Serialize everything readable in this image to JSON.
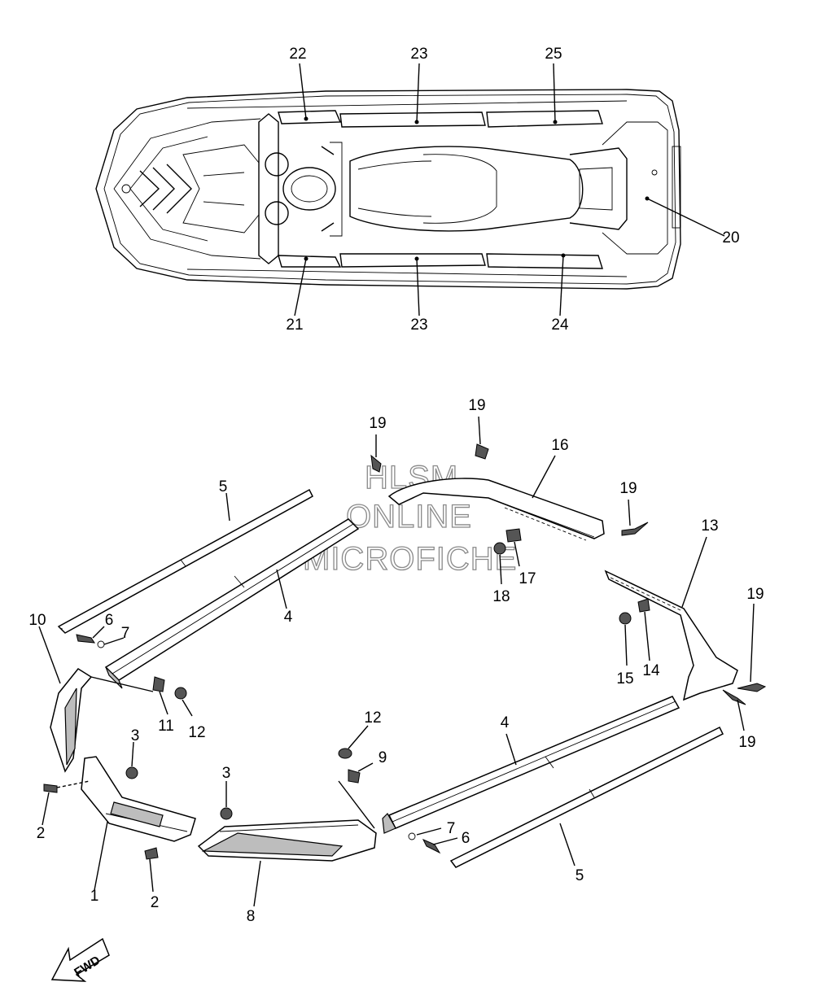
{
  "callouts": [
    {
      "label": "22"
    },
    {
      "label": "23"
    },
    {
      "label": "25"
    },
    {
      "label": "20"
    },
    {
      "label": "21"
    },
    {
      "label": "23"
    },
    {
      "label": "24"
    },
    {
      "label": "19"
    },
    {
      "label": "19"
    },
    {
      "label": "16"
    },
    {
      "label": "19"
    },
    {
      "label": "5"
    },
    {
      "label": "4"
    },
    {
      "label": "13"
    },
    {
      "label": "17"
    },
    {
      "label": "18"
    },
    {
      "label": "19"
    },
    {
      "label": "10"
    },
    {
      "label": "6"
    },
    {
      "label": "7"
    },
    {
      "label": "15"
    },
    {
      "label": "14"
    },
    {
      "label": "19"
    },
    {
      "label": "11"
    },
    {
      "label": "12"
    },
    {
      "label": "3"
    },
    {
      "label": "12"
    },
    {
      "label": "9"
    },
    {
      "label": "4"
    },
    {
      "label": "2"
    },
    {
      "label": "3"
    },
    {
      "label": "7"
    },
    {
      "label": "6"
    },
    {
      "label": "1"
    },
    {
      "label": "2"
    },
    {
      "label": "8"
    },
    {
      "label": "5"
    }
  ],
  "watermark": [
    "HLSM",
    "ONLINE",
    "MICROFICHE"
  ],
  "fwd_label": "FWD"
}
